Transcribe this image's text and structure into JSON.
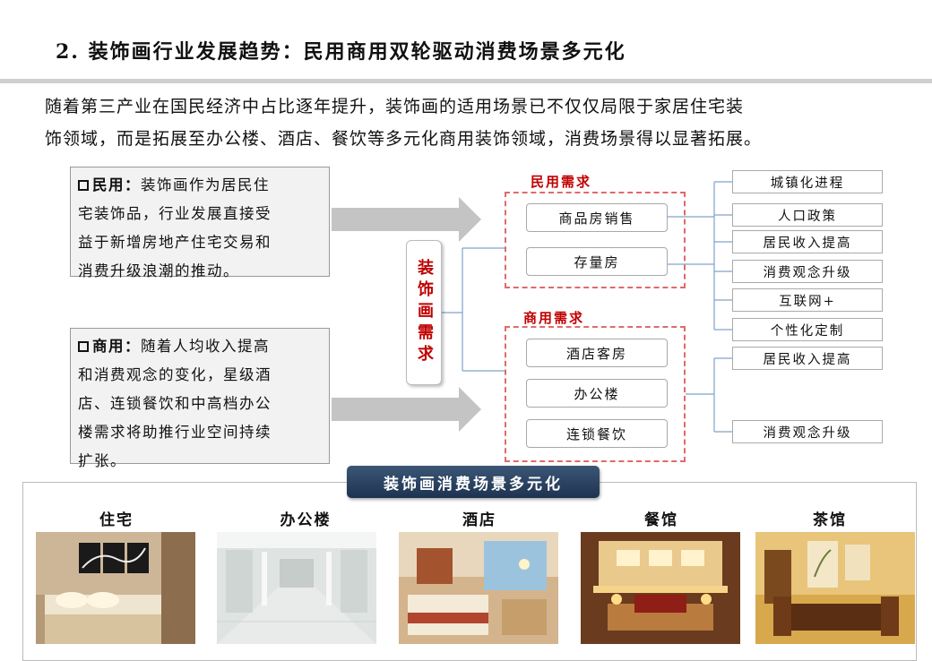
{
  "title": "2. 装饰画行业发展趋势：民用商用双轮驱动消费场景多元化",
  "intro": [
    "随着第三产业在国民经济中占比逐年提升，装饰画的适用场景已不仅仅局限于家居住宅装",
    "饰领域，而是拓展至办公楼、酒店、餐饮等多元化商用装饰领域，消费场景得以显著拓展。"
  ],
  "residential_box": {
    "label": "民用：",
    "lines": [
      "装饰画作为居民住",
      "宅装饰品，行业发展直接受",
      "益于新增房地产住宅交易和",
      "消费升级浪潮的推动。"
    ]
  },
  "commercial_box": {
    "label": "商用：",
    "lines": [
      "随着人均收入提高",
      "和消费观念的变化，星级酒",
      "店、连锁餐饮和中高档办公",
      "楼需求将助推行业空间持续",
      "扩张。"
    ]
  },
  "center_label": "装饰画需求",
  "residential_group": {
    "label": "民用需求",
    "items": [
      "商品房销售",
      "存量房"
    ]
  },
  "commercial_group": {
    "label": "商用需求",
    "items": [
      "酒店客房",
      "办公楼",
      "连锁餐饮"
    ]
  },
  "drivers": [
    "城镇化进程",
    "人口政策",
    "居民收入提高",
    "消费观念升级",
    "互联网+",
    "个性化定制"
  ],
  "commercial_drivers": [
    "居民收入提高",
    "消费观念升级"
  ],
  "bottom": {
    "banner": "装饰画消费场景多元化",
    "venues": [
      {
        "label": "住宅",
        "icon": "bedroom-photo"
      },
      {
        "label": "办公楼",
        "icon": "office-lobby-photo"
      },
      {
        "label": "酒店",
        "icon": "hotel-room-photo"
      },
      {
        "label": "餐馆",
        "icon": "restaurant-photo"
      },
      {
        "label": "茶馆",
        "icon": "teahouse-photo"
      }
    ]
  },
  "colors": {
    "accent_red": "#c00000",
    "banner_navy": "#2a4262",
    "dash_red": "#e06a6a",
    "arrow_gray": "#bdbdbd"
  }
}
